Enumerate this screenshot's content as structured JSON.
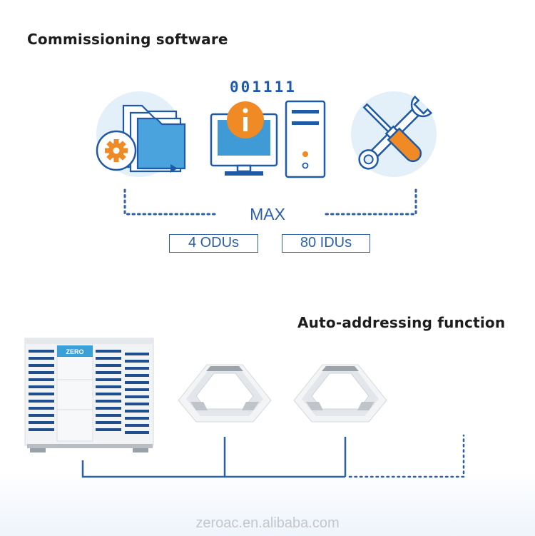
{
  "headings": {
    "commissioning": "Commissioning software",
    "auto_addressing": "Auto-addressing function"
  },
  "binary_text": "001111",
  "max": {
    "label": "MAX",
    "odu_box": "4 ODUs",
    "idu_box": "80 IDUs"
  },
  "outdoor_unit_brand": "ZERO",
  "watermark": "zeroac.en.alibaba.com",
  "colors": {
    "accent_blue": "#1e5aa8",
    "icon_circle_bg": "#e4f0f9",
    "orange": "#f08a24",
    "screen_blue": "#3f9ad6"
  },
  "icons": [
    "folder-gear-icon",
    "computer-info-icon",
    "tools-icon"
  ]
}
